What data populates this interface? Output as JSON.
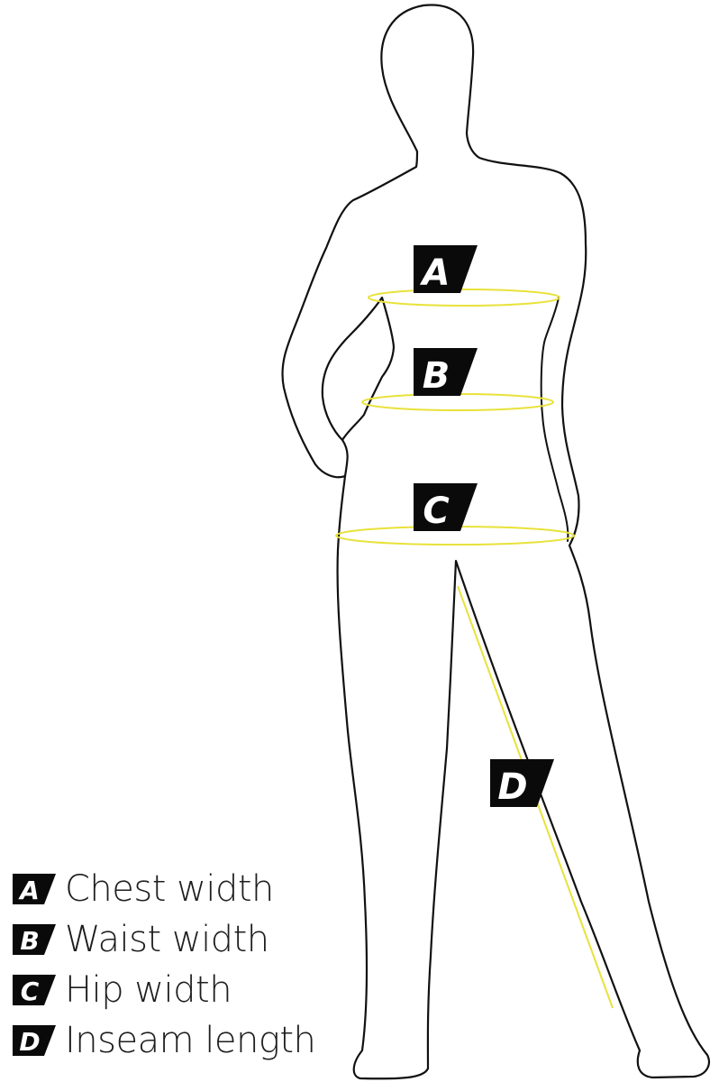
{
  "colors": {
    "outline": "#111111",
    "measure_line": "#e8e23a",
    "tag_fill": "#0a0a0a",
    "tag_text": "#ffffff"
  },
  "markers": {
    "a": "A",
    "b": "B",
    "c": "C",
    "d": "D"
  },
  "legend": [
    {
      "key": "A",
      "label": "Chest width"
    },
    {
      "key": "B",
      "label": "Waist width"
    },
    {
      "key": "C",
      "label": "Hip width"
    },
    {
      "key": "D",
      "label": "Inseam length"
    }
  ]
}
